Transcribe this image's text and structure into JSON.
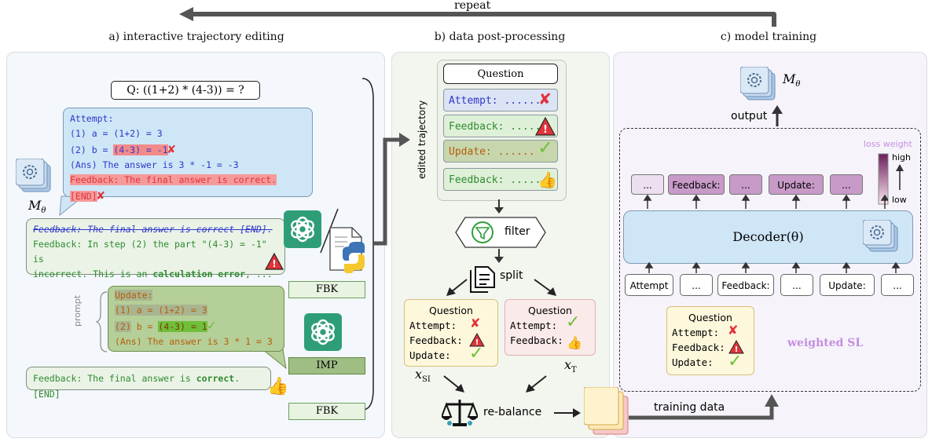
{
  "repeat_label": "repeat",
  "panel_titles": {
    "a": "a) interactive trajectory editing",
    "b": "b) data post-processing",
    "c": "c) model training"
  },
  "panel_a": {
    "question": "Q: ((1+2) * (4-3)) = ?",
    "model_label": "M",
    "model_sub": "θ",
    "attempt_bubble": {
      "l1": "Attempt:",
      "l2": "(1) a = (1+2) = 3",
      "l3a": "(2) b = ",
      "l3b": "(4-3) = -1",
      "l4": "(Ans) The answer is 3 * -1 = -3",
      "l5": "Feedback: The final answer is correct. [END]"
    },
    "feedback_bubble": {
      "l1": "Feedback: The final answer is correct [END].",
      "l2": "Feedback: In step (2) the part \"(4-3) = -1\" is",
      "l3a": "incorrect. This is an ",
      "l3b": "calculation error",
      "l3c": ", ..."
    },
    "prompt_label": "prompt",
    "update_bubble": {
      "l1": "Update:",
      "l2": "(1) a = (1+2) = 3",
      "l3a": "(2)",
      "l3b": " b = ",
      "l3c": "(4-3) = 1",
      "l4": "(Ans) The answer is 3 * 1 = 3"
    },
    "final_feedback": {
      "a": "Feedback: The final answer is ",
      "b": "correct",
      "c": ". [END]"
    },
    "fbk_label": "FBK",
    "imp_label": "IMP"
  },
  "panel_b": {
    "edited_trajectory_label": "edited trajectory",
    "traj": {
      "question": "Question",
      "attempt": "Attempt: ......",
      "feedback1": "Feedback: ......",
      "update": "Update: ......",
      "feedback2": "Feedback: ......"
    },
    "filter_label": "filter",
    "split_label": "split",
    "card_si": {
      "question": "Question",
      "attempt": "Attempt:",
      "feedback": "Feedback:",
      "update": "Update:"
    },
    "card_t": {
      "question": "Question",
      "attempt": "Attempt:",
      "feedback": "Feedback:"
    },
    "x_si": "x",
    "x_si_sub": "SI",
    "x_t": "x",
    "x_t_sub": "T",
    "rebalance_label": "re-balance",
    "training_data_label": "training data"
  },
  "panel_c": {
    "model_label": "M",
    "model_sub": "θ",
    "output_label": "output",
    "loss_weight_label": "loss weight",
    "high_label": "high",
    "low_label": "low",
    "output_tokens": [
      "...",
      "Feedback:",
      "...",
      "Update:",
      "..."
    ],
    "decoder_label": "Decoder(θ)",
    "input_tokens": [
      "Attempt",
      "...",
      "Feedback:",
      "...",
      "Update:",
      "..."
    ],
    "card": {
      "question": "Question",
      "attempt": "Attempt:",
      "feedback": "Feedback:",
      "update": "Update:"
    },
    "weighted_sl": "weighted SL"
  },
  "colors": {
    "attempt_blue": "#2f37c9",
    "feedback_green": "#2e8b2e",
    "update_brown": "#b55e0a",
    "error_red": "#e0333a",
    "check_green": "#6fbf3a",
    "bubble_blue": "#cfe6f7",
    "bubble_green": "#eaf3e6",
    "update_bubble": "#b5cf98",
    "weighted_purple": "#c48ee0"
  }
}
